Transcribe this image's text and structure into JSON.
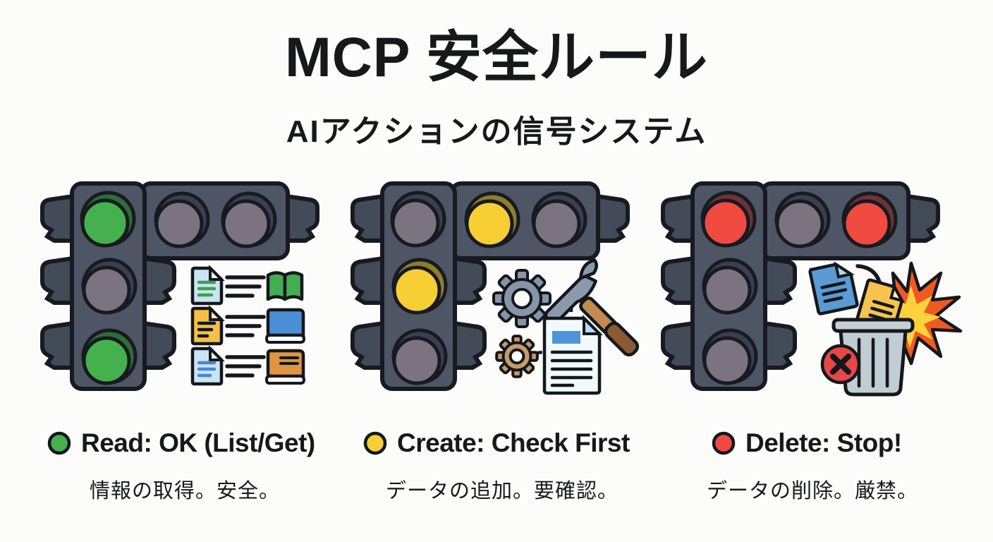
{
  "page": {
    "background": "#fcfcfa",
    "text_color": "#17181a"
  },
  "header": {
    "title": "MCP 安全ルール",
    "subtitle": "AIアクションの信号システム"
  },
  "palette": {
    "green": {
      "lens": "#45b14e",
      "shadow": "#2d6d38"
    },
    "yellow": {
      "lens": "#f7cf35",
      "shadow": "#8f7d2e"
    },
    "red": {
      "lens": "#f04a41",
      "shadow": "#6e3336"
    },
    "off": {
      "lens": "#7b7480",
      "shadow": "#3a4050"
    }
  },
  "traffic_light_colors": {
    "body": "#4e5565",
    "fin": "#434a58",
    "outline": "#171a20"
  },
  "panels": [
    {
      "id": "read",
      "lights": [
        "green",
        "off",
        "green",
        "off",
        "off"
      ],
      "icons": [
        "list-document-icon",
        "list-lines-icon",
        "open-book-icon",
        "list-document-icon",
        "list-lines-icon",
        "closed-book-icon",
        "list-document-icon",
        "list-lines-icon",
        "closed-book-icon"
      ],
      "legend": {
        "dot_color": "#45b14e",
        "label": "Read: OK (List/Get)",
        "description": "情報の取得。安全。"
      }
    },
    {
      "id": "create",
      "lights": [
        "off",
        "yellow",
        "off",
        "yellow",
        "off"
      ],
      "icons": [
        "gear-icon",
        "hammer-icon",
        "small-gear-icon",
        "draft-document-icon"
      ],
      "legend": {
        "dot_color": "#f7cf35",
        "label": "Create: Check First",
        "description": "データの追加。要確認。"
      }
    },
    {
      "id": "delete",
      "lights": [
        "red",
        "off",
        "off",
        "off",
        "red"
      ],
      "icons": [
        "document-icon",
        "curved-arrow-icon",
        "explosion-icon",
        "discard-paper-icon",
        "trash-can-icon",
        "cancel-x-icon"
      ],
      "legend": {
        "dot_color": "#f04a41",
        "label": "Delete: Stop!",
        "description": "データの削除。厳禁。"
      }
    }
  ]
}
